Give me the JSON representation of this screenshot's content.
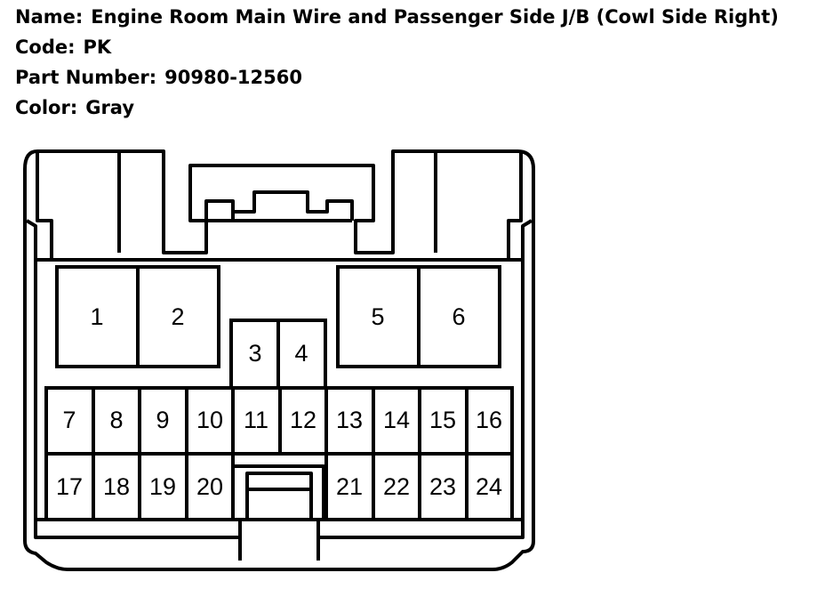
{
  "info": {
    "name_label": "Name:",
    "name_value": "Engine Room Main Wire and Passenger Side J/B (Cowl Side Right)",
    "code_label": "Code:",
    "code_value": "PK",
    "part_label": "Part Number:",
    "part_value": "90980-12560",
    "color_label": "Color:",
    "color_value": "Gray"
  },
  "pins": [
    "1",
    "2",
    "3",
    "4",
    "5",
    "6",
    "7",
    "8",
    "9",
    "10",
    "11",
    "12",
    "13",
    "14",
    "15",
    "16",
    "17",
    "18",
    "19",
    "20",
    "21",
    "22",
    "23",
    "24"
  ],
  "colors": {
    "outline": "#000000",
    "background": "#ffffff"
  }
}
